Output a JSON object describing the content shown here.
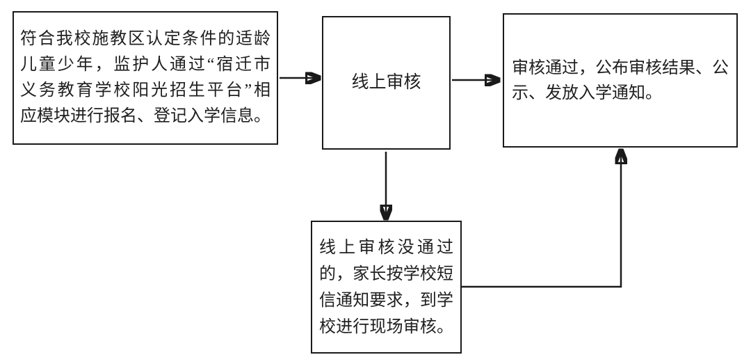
{
  "page": {
    "background": "#ffffff",
    "line_color": "#1a1a1a",
    "text_color": "#1f1f1f"
  },
  "flowchart": {
    "type": "flowchart",
    "nodes": {
      "registration": {
        "lines": [
          "符合我校施教区认定条件的适龄",
          "儿童少年，监护人通过“宿迁市",
          "义务教育学校阳光招生平台”相",
          "应模块进行报名、登记入学信息。"
        ]
      },
      "online_review": {
        "lines": [
          "线上审核"
        ]
      },
      "approved": {
        "lines": [
          "审核通过，公布审核结果、公",
          "示、发放入学通知。"
        ]
      },
      "onsite_review": {
        "lines": [
          "线上审核没通过",
          "的，家长按学校短",
          "信通知要求，到学",
          "校进行现场审核。"
        ]
      }
    },
    "edges": [
      {
        "from": "registration",
        "to": "online_review",
        "style": "straight-right"
      },
      {
        "from": "online_review",
        "to": "approved",
        "style": "straight-right"
      },
      {
        "from": "online_review",
        "to": "onsite_review",
        "style": "straight-down"
      },
      {
        "from": "onsite_review",
        "to": "approved",
        "style": "right-then-up"
      }
    ]
  }
}
